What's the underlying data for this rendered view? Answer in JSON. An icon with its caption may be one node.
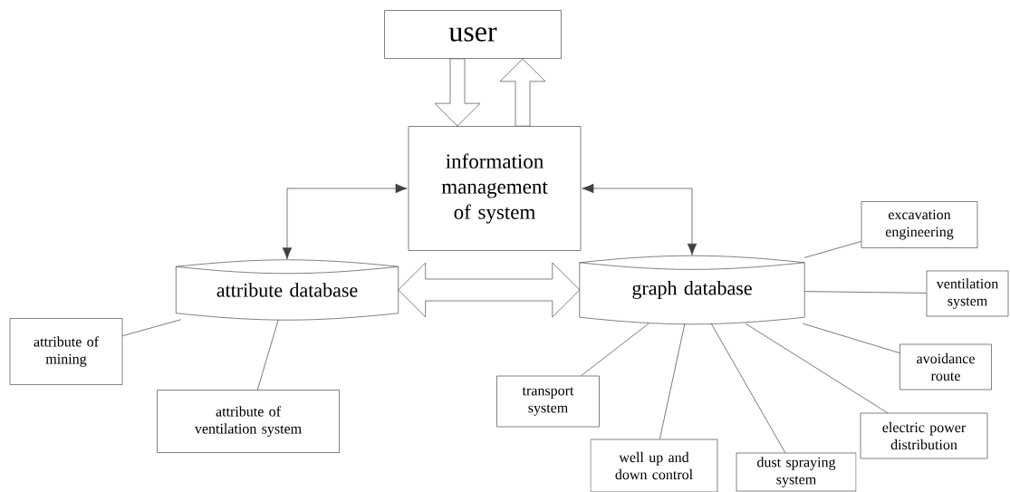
{
  "diagram": {
    "nodes": [
      {
        "text": [
          "user"
        ]
      },
      {
        "text": [
          "information management of system"
        ]
      },
      {
        "text": [
          "attribute database"
        ]
      },
      {
        "text": [
          "graph database"
        ]
      },
      {
        "text": [
          "attribute of mining"
        ]
      },
      {
        "text": [
          "attribute of ventilation system"
        ]
      },
      {
        "text": [
          "excavation engineering"
        ]
      },
      {
        "text": [
          "ventilation system"
        ]
      },
      {
        "text": [
          "avoidance route"
        ]
      },
      {
        "text": [
          "electric power distribution"
        ]
      },
      {
        "text": [
          "transport system"
        ]
      },
      {
        "text": [
          "well up and down control"
        ]
      },
      {
        "text": [
          "dust spraying system"
        ]
      }
    ],
    "edges": [
      {
        "from": 0,
        "to": 1,
        "arrow": "to",
        "style": "thick"
      },
      {
        "from": 1,
        "to": 0,
        "arrow": "to",
        "style": "thick"
      },
      {
        "from": 1,
        "to": 2,
        "arrow": "both"
      },
      {
        "from": 1,
        "to": 3,
        "arrow": "both"
      },
      {
        "from": 2,
        "to": 3,
        "arrow": "both",
        "style": "thick"
      },
      {
        "from": 2,
        "to": 4,
        "arrow": "none"
      },
      {
        "from": 2,
        "to": 5,
        "arrow": "none"
      },
      {
        "from": 3,
        "to": 6,
        "arrow": "none"
      },
      {
        "from": 3,
        "to": 7,
        "arrow": "none"
      },
      {
        "from": 3,
        "to": 8,
        "arrow": "none"
      },
      {
        "from": 3,
        "to": 9,
        "arrow": "none"
      },
      {
        "from": 3,
        "to": 10,
        "arrow": "none"
      },
      {
        "from": 3,
        "to": 11,
        "arrow": "none"
      },
      {
        "from": 3,
        "to": 12,
        "arrow": "none"
      }
    ]
  }
}
